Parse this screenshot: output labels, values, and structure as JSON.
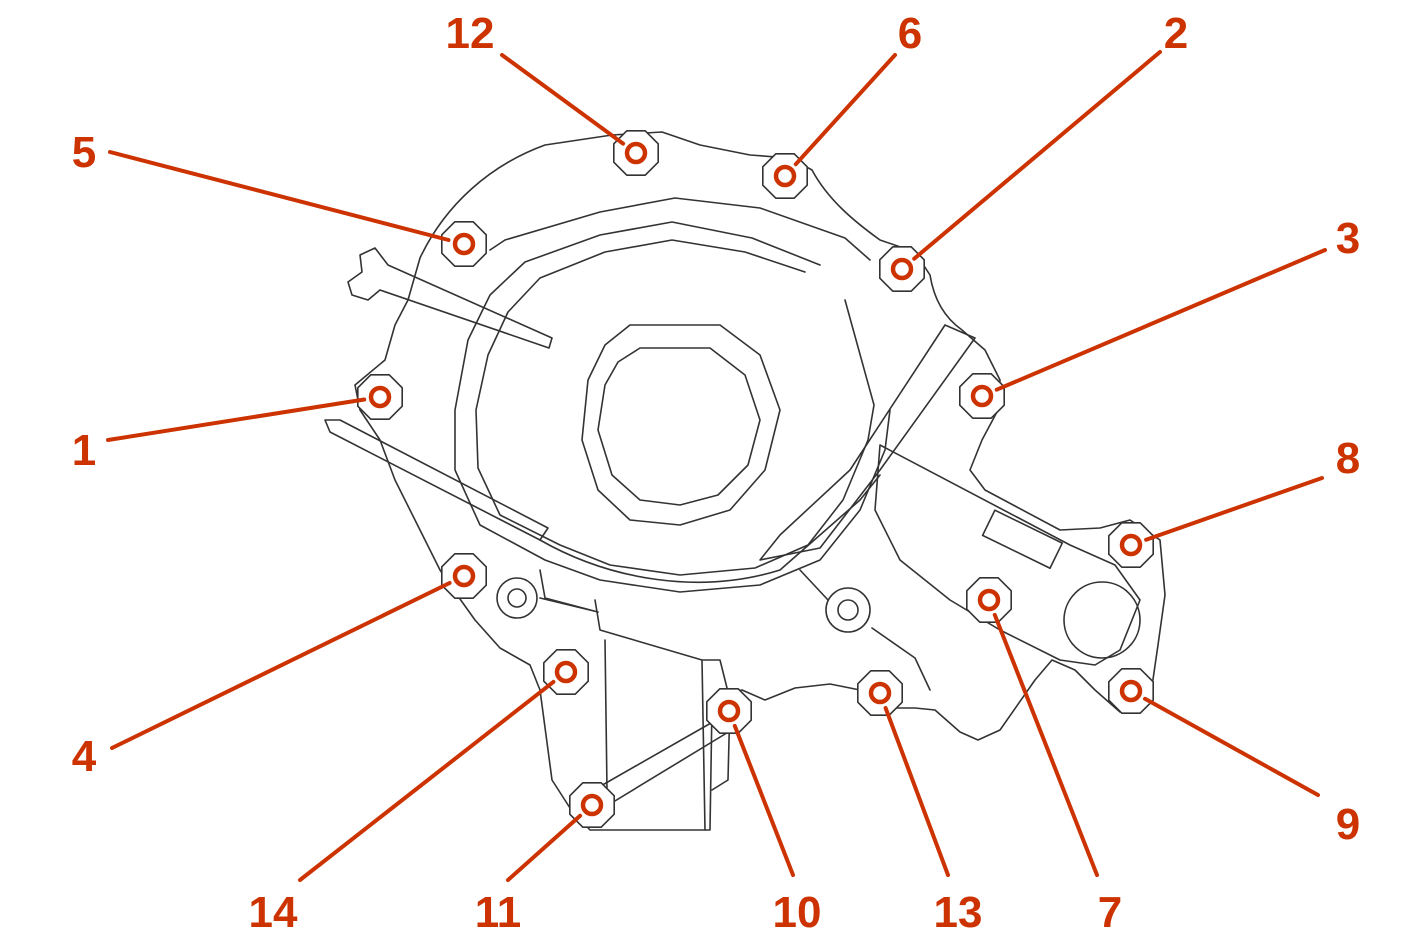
{
  "colors": {
    "accent": "#CC3300",
    "line": "#333333",
    "background": "#FFFFFF"
  },
  "callouts": [
    {
      "label": "1"
    },
    {
      "label": "2"
    },
    {
      "label": "3"
    },
    {
      "label": "4"
    },
    {
      "label": "5"
    },
    {
      "label": "6"
    },
    {
      "label": "7"
    },
    {
      "label": "8"
    },
    {
      "label": "9"
    },
    {
      "label": "10"
    },
    {
      "label": "11"
    },
    {
      "label": "12"
    },
    {
      "label": "13"
    },
    {
      "label": "14"
    }
  ]
}
